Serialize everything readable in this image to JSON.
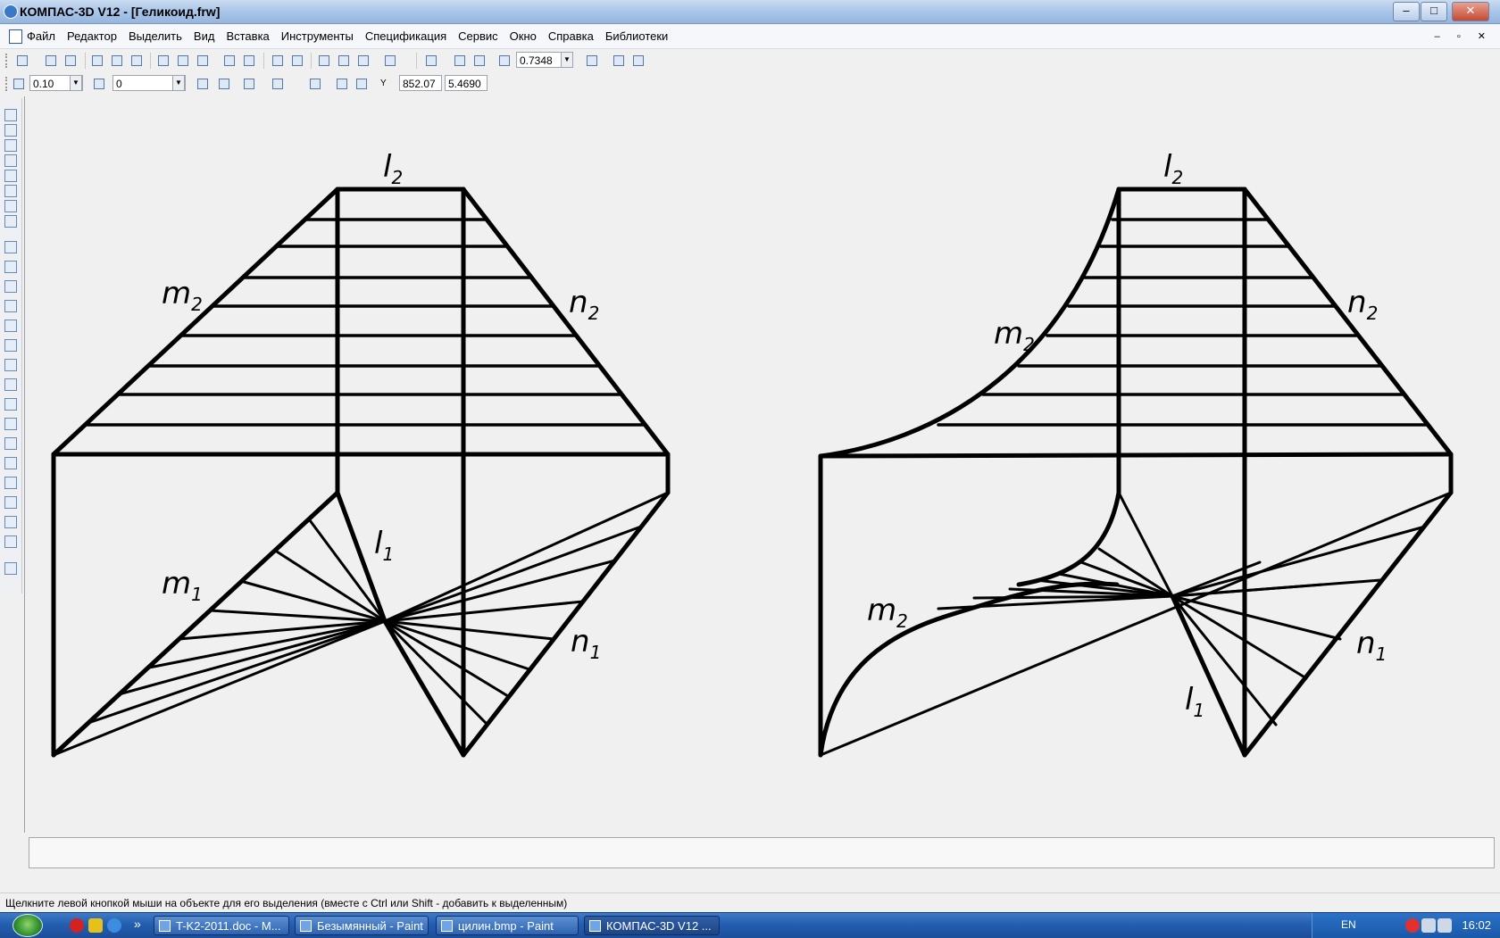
{
  "window": {
    "title": "КОМПАС-3D V12 - [Геликоид.frw]",
    "minimize": "–",
    "maximize": "□",
    "close": "✕"
  },
  "menu": [
    "Файл",
    "Редактор",
    "Выделить",
    "Вид",
    "Вставка",
    "Инструменты",
    "Спецификация",
    "Сервис",
    "Окно",
    "Справка",
    "Библиотеки"
  ],
  "mdi_controls": "– ▫ ✕",
  "toolbar": {
    "zoom_value": "0.7348",
    "step_value": "0.10",
    "layer_value": "0",
    "coord_x": "852.07",
    "coord_y": "5.4690",
    "coord_icon_label": "Y"
  },
  "drawing": {
    "labels": {
      "l": "l",
      "m": "m",
      "n": "n",
      "sub1": "1",
      "sub2": "2"
    }
  },
  "status": {
    "hint": "Щелкните левой кнопкой мыши на объекте для его выделения (вместе с Ctrl или Shift - добавить к выделенным)"
  },
  "taskbar": {
    "overflow": "»",
    "tasks": [
      {
        "label": "T-K2-2011.doc - M..."
      },
      {
        "label": "Безымянный - Paint"
      },
      {
        "label": "цилин.bmp - Paint"
      },
      {
        "label": "КОМПАС-3D V12 ..."
      }
    ],
    "language": "EN",
    "clock": "16:02"
  }
}
